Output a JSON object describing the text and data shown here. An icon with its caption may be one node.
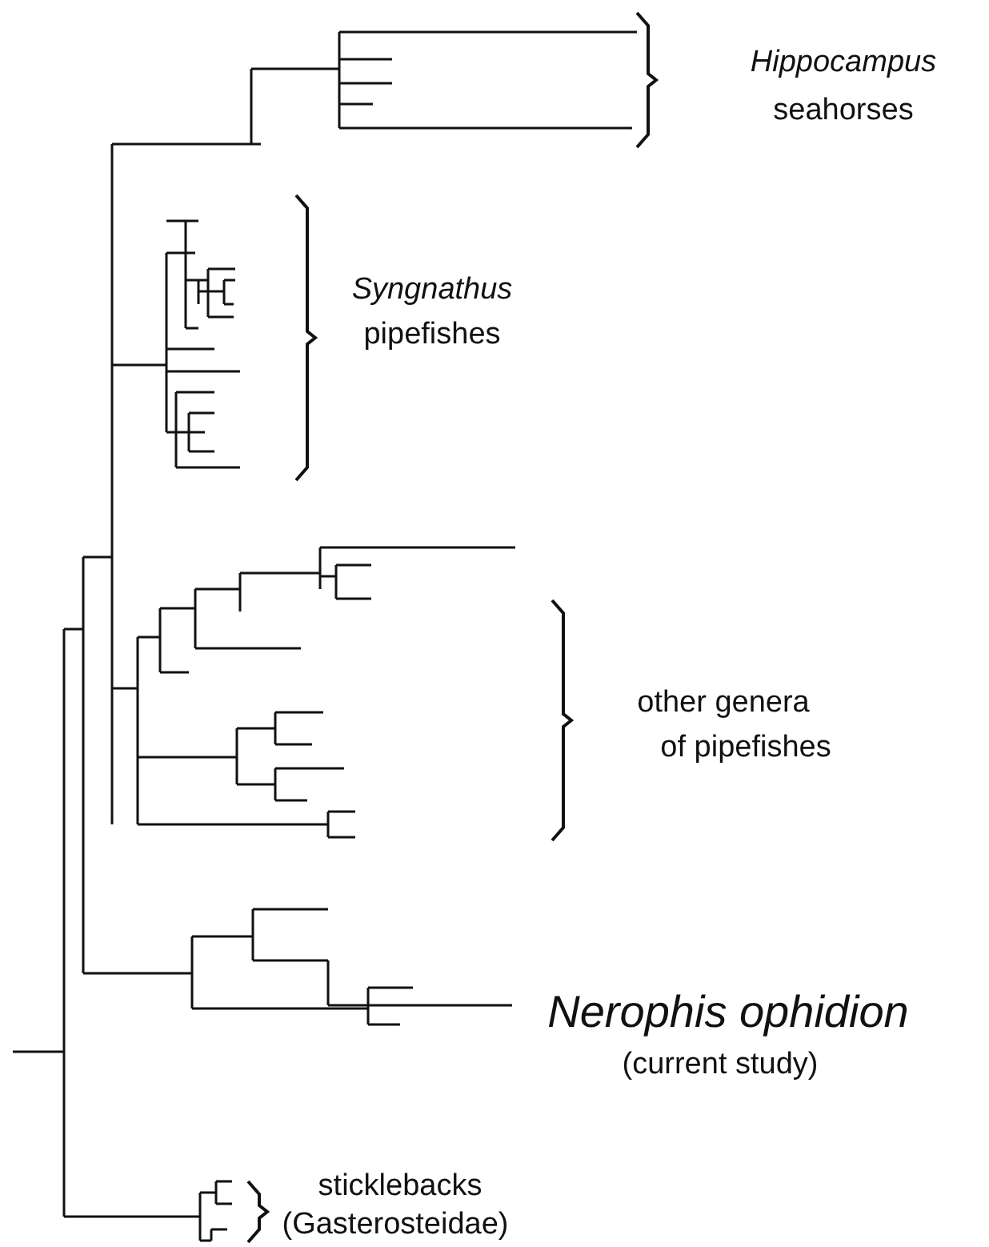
{
  "diagram": {
    "labels": [
      "Hippocampus",
      "seahorses",
      "Syngnathus",
      "pipefishes",
      "other genera",
      "of pipefishes",
      "Nerophis ophidion",
      "(current study)",
      "sticklebacks",
      "(Gasterosteidae)"
    ]
  }
}
